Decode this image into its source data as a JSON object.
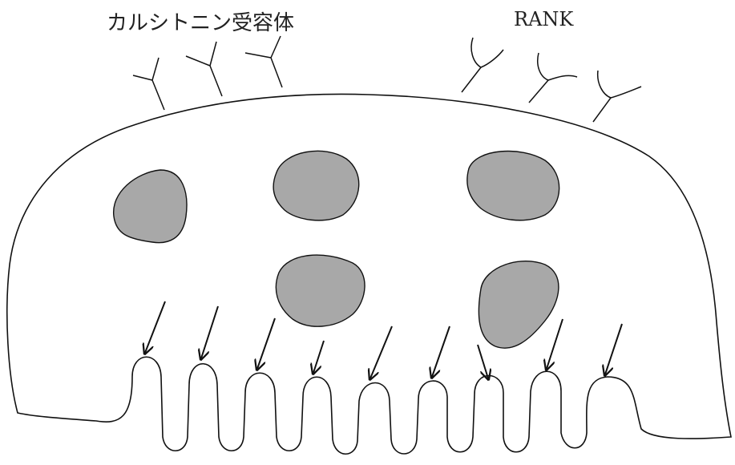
{
  "labels": {
    "calcitonin_receptor": "カルシトニン受容体",
    "rank": "RANK"
  },
  "colors": {
    "outline": "#111111",
    "nucleus_fill": "#a8a8a8",
    "background": "#ffffff"
  },
  "structure": {
    "calcitonin_receptor_count": 3,
    "rank_receptor_count": 3,
    "nucleus_count": 5,
    "ruffled_border_fold_count": 9,
    "arrow_count": 9
  }
}
